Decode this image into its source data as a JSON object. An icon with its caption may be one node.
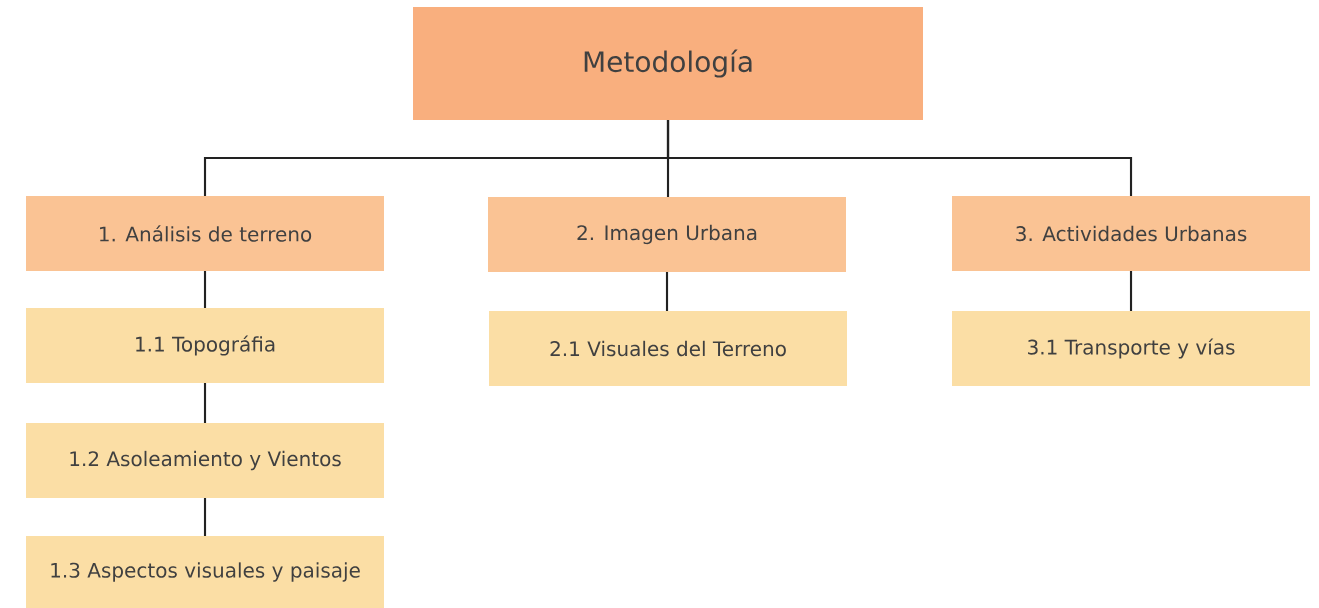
{
  "diagram": {
    "nodes": [
      {
        "text": [
          "Metodología"
        ]
      },
      {
        "text": [
          "1. Análisis de terreno"
        ]
      },
      {
        "text": [
          "2. Imagen Urbana"
        ]
      },
      {
        "text": [
          "3. Actividades Urbanas"
        ]
      },
      {
        "text": [
          "1.1 Topográfia"
        ]
      },
      {
        "text": [
          "1.2 Asoleamiento y Vientos"
        ]
      },
      {
        "text": [
          "1.3 Aspectos visuales y paisaje"
        ]
      },
      {
        "text": [
          "2.1 Visuales del Terreno"
        ]
      },
      {
        "text": [
          "3.1 Transporte y vías"
        ]
      }
    ],
    "edges": [
      {
        "from": 0,
        "to": 1,
        "arrow": "none"
      },
      {
        "from": 0,
        "to": 2,
        "arrow": "none"
      },
      {
        "from": 0,
        "to": 3,
        "arrow": "none"
      },
      {
        "from": 1,
        "to": 4,
        "arrow": "none"
      },
      {
        "from": 4,
        "to": 5,
        "arrow": "none"
      },
      {
        "from": 5,
        "to": 6,
        "arrow": "none"
      },
      {
        "from": 2,
        "to": 7,
        "arrow": "none"
      },
      {
        "from": 3,
        "to": 8,
        "arrow": "none"
      }
    ]
  }
}
